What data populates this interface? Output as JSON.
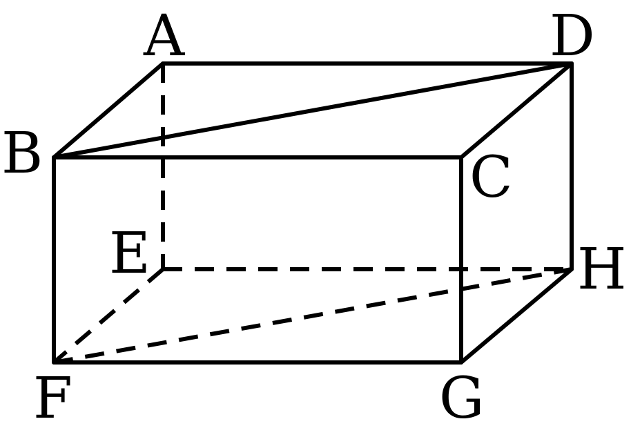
{
  "figure": {
    "vertices": [
      "A",
      "B",
      "C",
      "D",
      "E",
      "F",
      "G",
      "H"
    ],
    "visible_edges": [
      [
        "B",
        "A"
      ],
      [
        "A",
        "D"
      ],
      [
        "D",
        "C"
      ],
      [
        "B",
        "C"
      ],
      [
        "B",
        "D"
      ],
      [
        "B",
        "F"
      ],
      [
        "C",
        "G"
      ],
      [
        "F",
        "G"
      ],
      [
        "D",
        "H"
      ],
      [
        "G",
        "H"
      ]
    ],
    "hidden_edges": [
      [
        "A",
        "E"
      ],
      [
        "E",
        "H"
      ],
      [
        "E",
        "F"
      ],
      [
        "F",
        "H"
      ]
    ],
    "line_color": "#000000",
    "background_color": "#ffffff"
  }
}
